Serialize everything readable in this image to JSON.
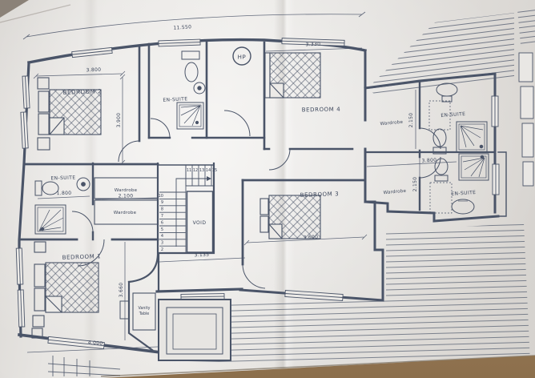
{
  "palette": {
    "ink": "#4a5468",
    "paper": "#e7e5e2",
    "table": "#a0835f"
  },
  "labels": {
    "bedroom1": "BEDROOM 1",
    "bedroom2": "BEDROOM 2",
    "bedroom3": "BEDROOM 3",
    "bedroom4": "BEDROOM 4",
    "ensuite_top": "EN-SUITE",
    "ensuite_left": "EN-SUITE",
    "ensuite_right_top": "EN-SUITE",
    "ensuite_right_bottom": "EN-SUITE",
    "wardrobe_hall_top": "Wardrobe",
    "wardrobe_hall_bottom": "Wardrobe",
    "wardrobe_right_top": "Wardrobe",
    "wardrobe_right_bottom": "Wardrobe",
    "vanity_line1": "Vanity",
    "vanity_line2": "Table",
    "void": "VOID",
    "hot_press": "HP"
  },
  "dimensions": {
    "overall_top": "11.550",
    "bedroom2_width": "3.800",
    "bedroom2_depth": "3.900",
    "bedroom4_width": "3.330",
    "ensuite_left_width": "1.800",
    "wardrobe_hall_width": "2.100",
    "stair_landing_width": "3.135",
    "hall_depth": "3.660",
    "bedroom1_width": "4.000",
    "bedroom3_width": "3.600",
    "ensuite_right_width": "3.800",
    "wardrobe_right_top_depth": "2.150",
    "wardrobe_right_bottom_depth": "2.150"
  },
  "stairs": {
    "side_steps": [
      "2",
      "3",
      "4",
      "5",
      "6",
      "7",
      "8",
      "9",
      "10"
    ],
    "top_steps": [
      "11",
      "12",
      "13",
      "14",
      "15"
    ]
  }
}
